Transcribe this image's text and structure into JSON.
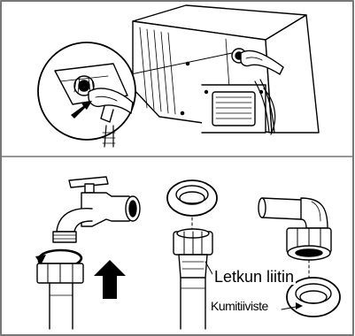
{
  "labels": {
    "hose_fitting": "Letkun liitin",
    "rubber_gasket": "Kumitiiviste"
  },
  "icons": {
    "direction_arrow": "arrow-up",
    "insert_arrow": "arrow-up-right",
    "rotation_arrow": "rotate-arrow"
  },
  "colors": {
    "line": "#000000",
    "frame": "#777777",
    "background": "#ffffff"
  }
}
